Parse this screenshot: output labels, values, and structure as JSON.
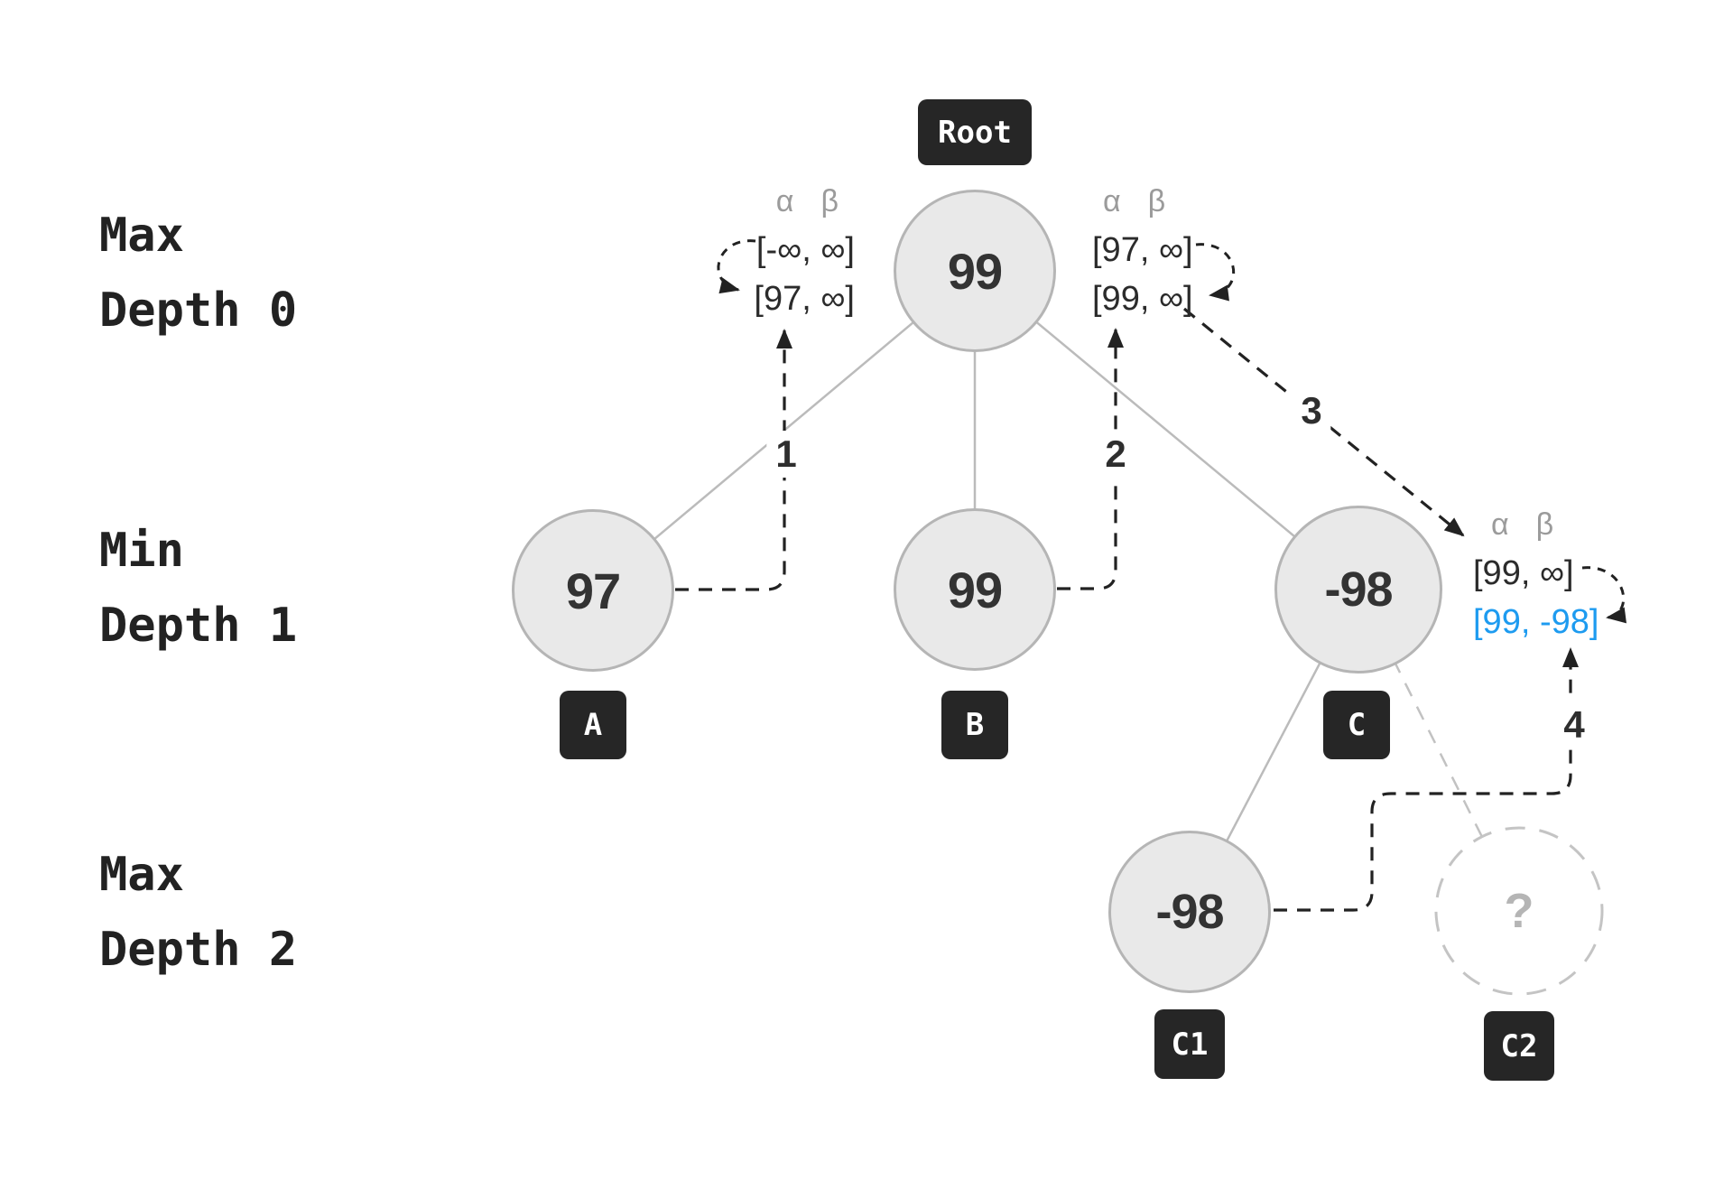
{
  "diagram": {
    "kind": "minimax alpha-beta pruning tree",
    "depth_labels": [
      {
        "line1": "Max",
        "line2": "Depth 0"
      },
      {
        "line1": "Min",
        "line2": "Depth 1"
      },
      {
        "line1": "Max",
        "line2": "Depth 2"
      }
    ]
  },
  "nodes": {
    "root": {
      "tag": "Root",
      "value": "99"
    },
    "a": {
      "tag": "A",
      "value": "97"
    },
    "b": {
      "tag": "B",
      "value": "99"
    },
    "c": {
      "tag": "C",
      "value": "-98"
    },
    "c1": {
      "tag": "C1",
      "value": "-98"
    },
    "c2": {
      "tag": "C2",
      "value": "?"
    }
  },
  "edges": [
    {
      "from": "Root",
      "to": "A",
      "style": "solid"
    },
    {
      "from": "Root",
      "to": "B",
      "style": "solid"
    },
    {
      "from": "Root",
      "to": "C",
      "style": "solid"
    },
    {
      "from": "C",
      "to": "C1",
      "style": "solid"
    },
    {
      "from": "C",
      "to": "C2",
      "style": "dashed"
    }
  ],
  "annotations": {
    "root_left": {
      "alpha": "α",
      "beta": "β",
      "rows": [
        "[-∞, ∞]",
        "[97, ∞]"
      ]
    },
    "root_right": {
      "alpha": "α",
      "beta": "β",
      "rows": [
        "[97, ∞]",
        "[99, ∞]"
      ]
    },
    "c_right": {
      "alpha": "α",
      "beta": "β",
      "rows": [
        "[99, ∞]",
        "[99, -98]"
      ],
      "highlight_row": 1,
      "highlight_color": "#1d9bf0"
    }
  },
  "steps": [
    "1",
    "2",
    "3",
    "4"
  ],
  "colors": {
    "node_fill": "#e9e9e9",
    "node_border": "#b5b5b5",
    "edge_gray": "#bbbbbb",
    "dash_black": "#222222",
    "tag_bg": "#262626",
    "highlight_blue": "#1d9bf0",
    "header_gray": "#9b9b9b"
  }
}
